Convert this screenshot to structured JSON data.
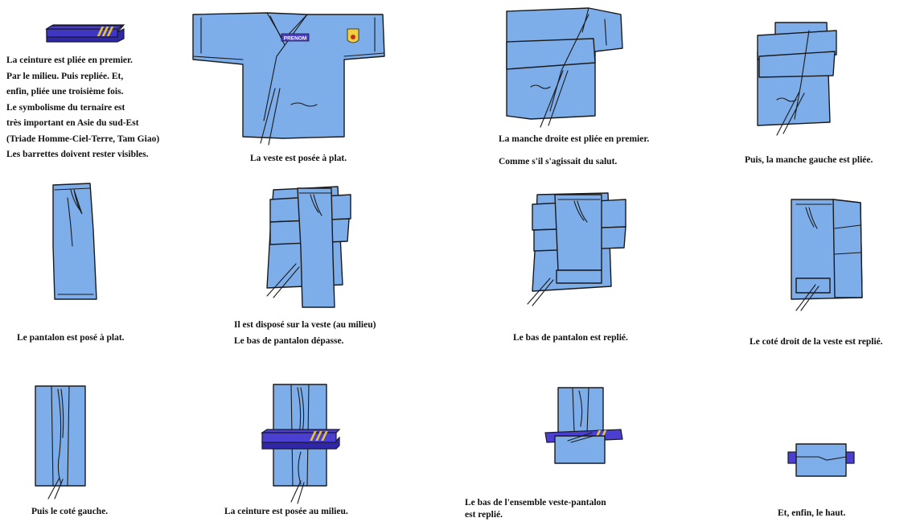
{
  "diagram": {
    "belt_caption": [
      "La ceinture est pliée en premier.",
      "Par le milieu. Puis repliée. Et,",
      "enfin,  pliée une troisième fois.",
      "Le symbolisme du ternaire est",
      "très important en Asie du sud-Est",
      "(Triade Homme-Ciel-Terre, Tam Giao)",
      "Les barrettes doivent rester visibles."
    ],
    "jacket_name_label": "PRENOM",
    "steps": [
      {
        "caption": [
          "La veste est posée à plat."
        ]
      },
      {
        "caption": [
          "La manche droite est pliée en premier.",
          "Comme s'il s'agissait du salut."
        ]
      },
      {
        "caption": [
          "Puis, la manche gauche est pliée."
        ]
      },
      {
        "caption": [
          "Le pantalon est posé à plat."
        ]
      },
      {
        "caption": [
          "Il est disposé sur la veste (au milieu)",
          "Le bas de pantalon dépasse."
        ]
      },
      {
        "caption": [
          "Le bas de pantalon est replié."
        ]
      },
      {
        "caption": [
          "Le coté droit de la veste est replié."
        ]
      },
      {
        "caption": [
          "Puis le coté gauche."
        ]
      },
      {
        "caption": [
          "La ceinture est posée au milieu."
        ]
      },
      {
        "caption": [
          "Le bas de l'ensemble veste-pantalon",
          "est replié."
        ]
      },
      {
        "caption": [
          "Et, enfin, le haut."
        ]
      }
    ]
  },
  "colors": {
    "garment": "#7eaeea",
    "outline": "#1a1a1a",
    "belt": "#4a3fd0",
    "belt_stripes": "#e0c240",
    "background": "#ffffff"
  }
}
